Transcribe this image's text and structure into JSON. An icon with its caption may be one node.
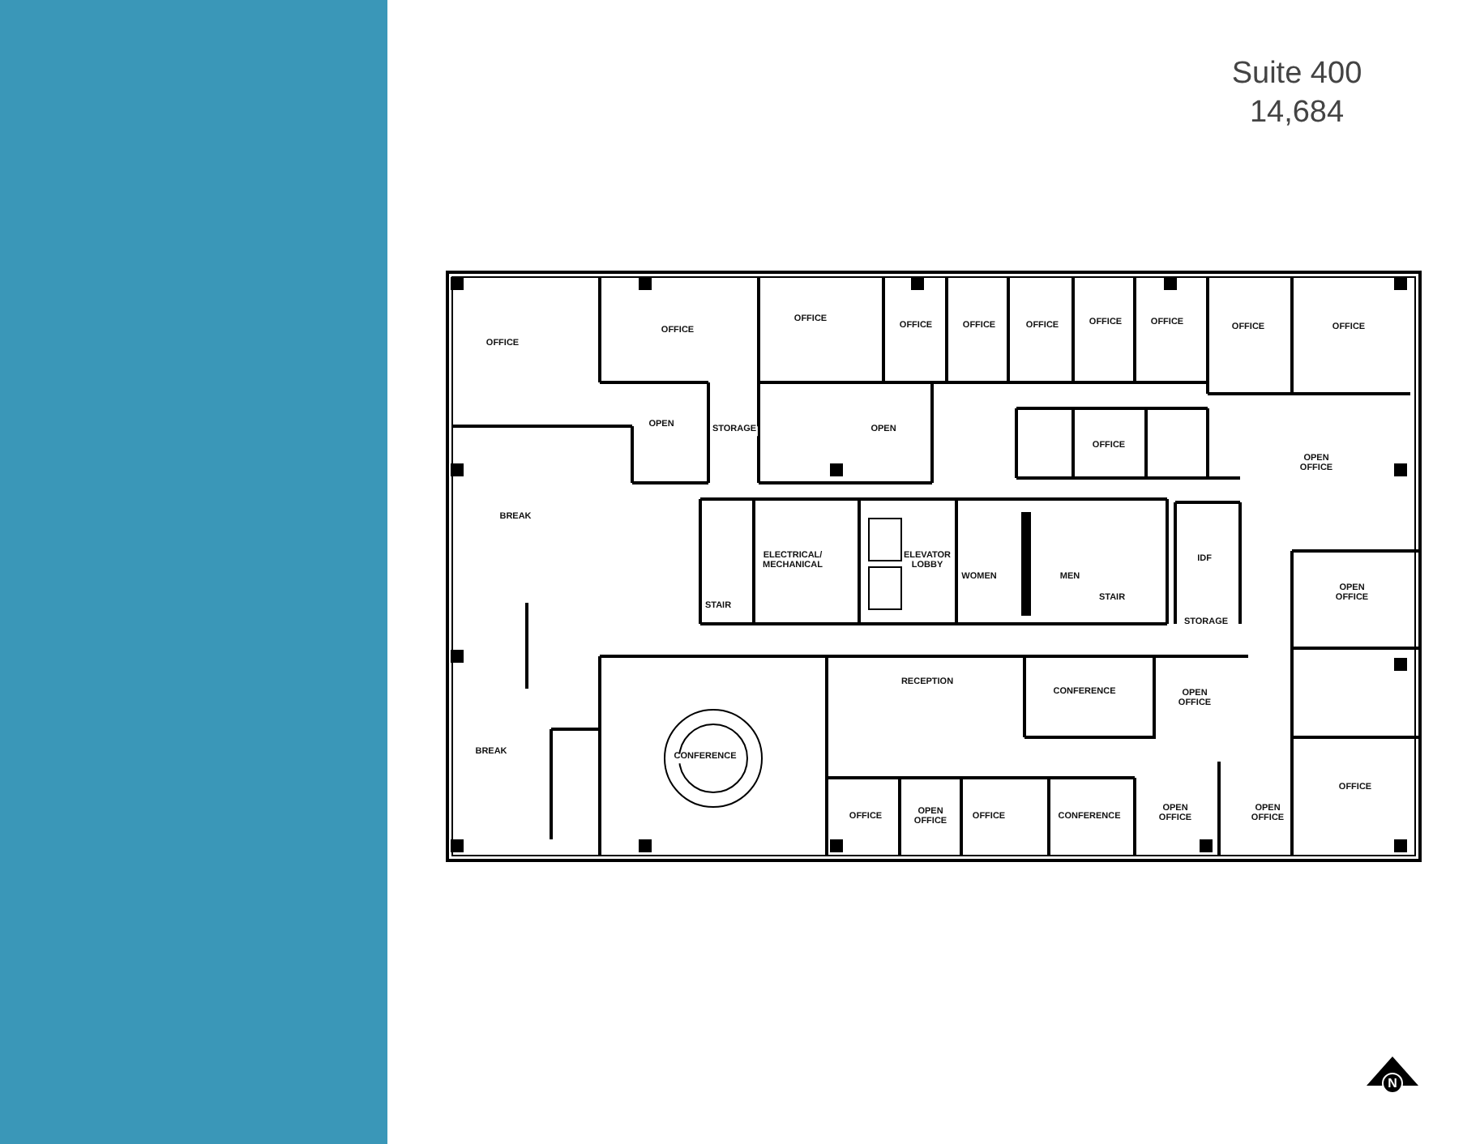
{
  "diagram": {
    "labels": [
      "Suite 400",
      "14,684",
      "OFFICE",
      "OFFICE",
      "OFFICE",
      "OFFICE",
      "OFFICE",
      "OFFICE",
      "OFFICE",
      "OFFICE",
      "OFFICE",
      "OFFICE",
      "OPEN",
      "STORAGE",
      "OPEN",
      "OFFICE",
      "OPEN OFFICE",
      "BREAK",
      "ELECTRICAL/ MECHANICAL",
      "ELEVATOR LOBBY",
      "WOMEN",
      "MEN",
      "STAIR",
      "STAIR",
      "IDF",
      "OPEN OFFICE",
      "STORAGE",
      "RECEPTION",
      "CONFERENCE",
      "OPEN OFFICE",
      "BREAK",
      "CONFERENCE",
      "OFFICE",
      "OPEN OFFICE",
      "OFFICE",
      "CONFERENCE",
      "OPEN OFFICE",
      "OPEN OFFICE",
      "OFFICE",
      "N"
    ]
  }
}
